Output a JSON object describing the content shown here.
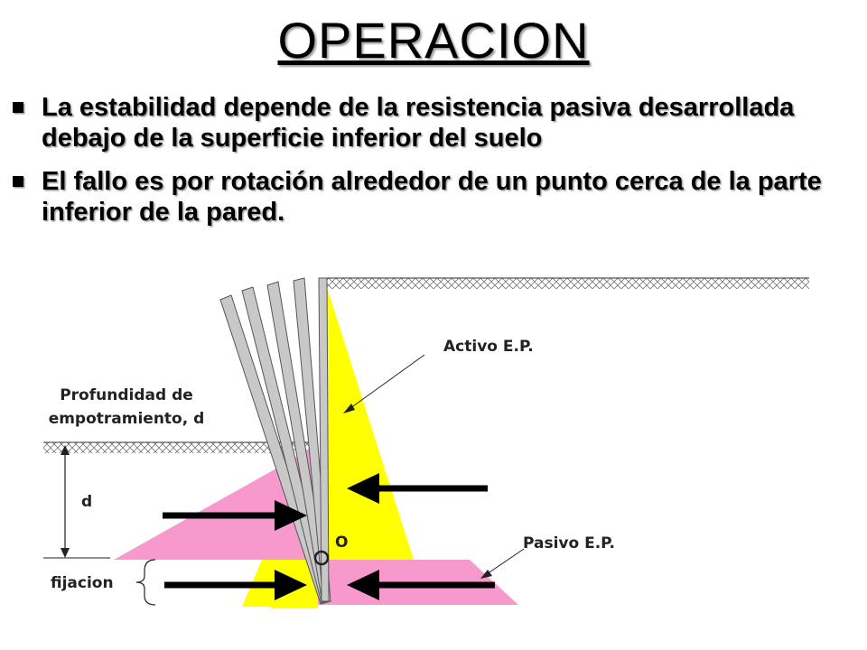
{
  "title": "OPERACION",
  "bullets": [
    "La estabilidad depende de la resistencia pasiva desarrollada debajo de la superficie inferior del suelo",
    "El fallo es por rotación alrededor de un punto cerca de la parte inferior de la pared."
  ],
  "diagram": {
    "label_active": "Activo E.P.",
    "label_depth_line1": "Profundidad de",
    "label_depth_line2": "empotramiento, d",
    "label_d": "d",
    "label_pivot": "O",
    "label_passive": "Pasivo E.P.",
    "label_fixation": "fijacion",
    "colors": {
      "active": "#ffff00",
      "passive": "#f799cc",
      "wall": "#c8c8c8",
      "arrow": "#000000"
    }
  }
}
